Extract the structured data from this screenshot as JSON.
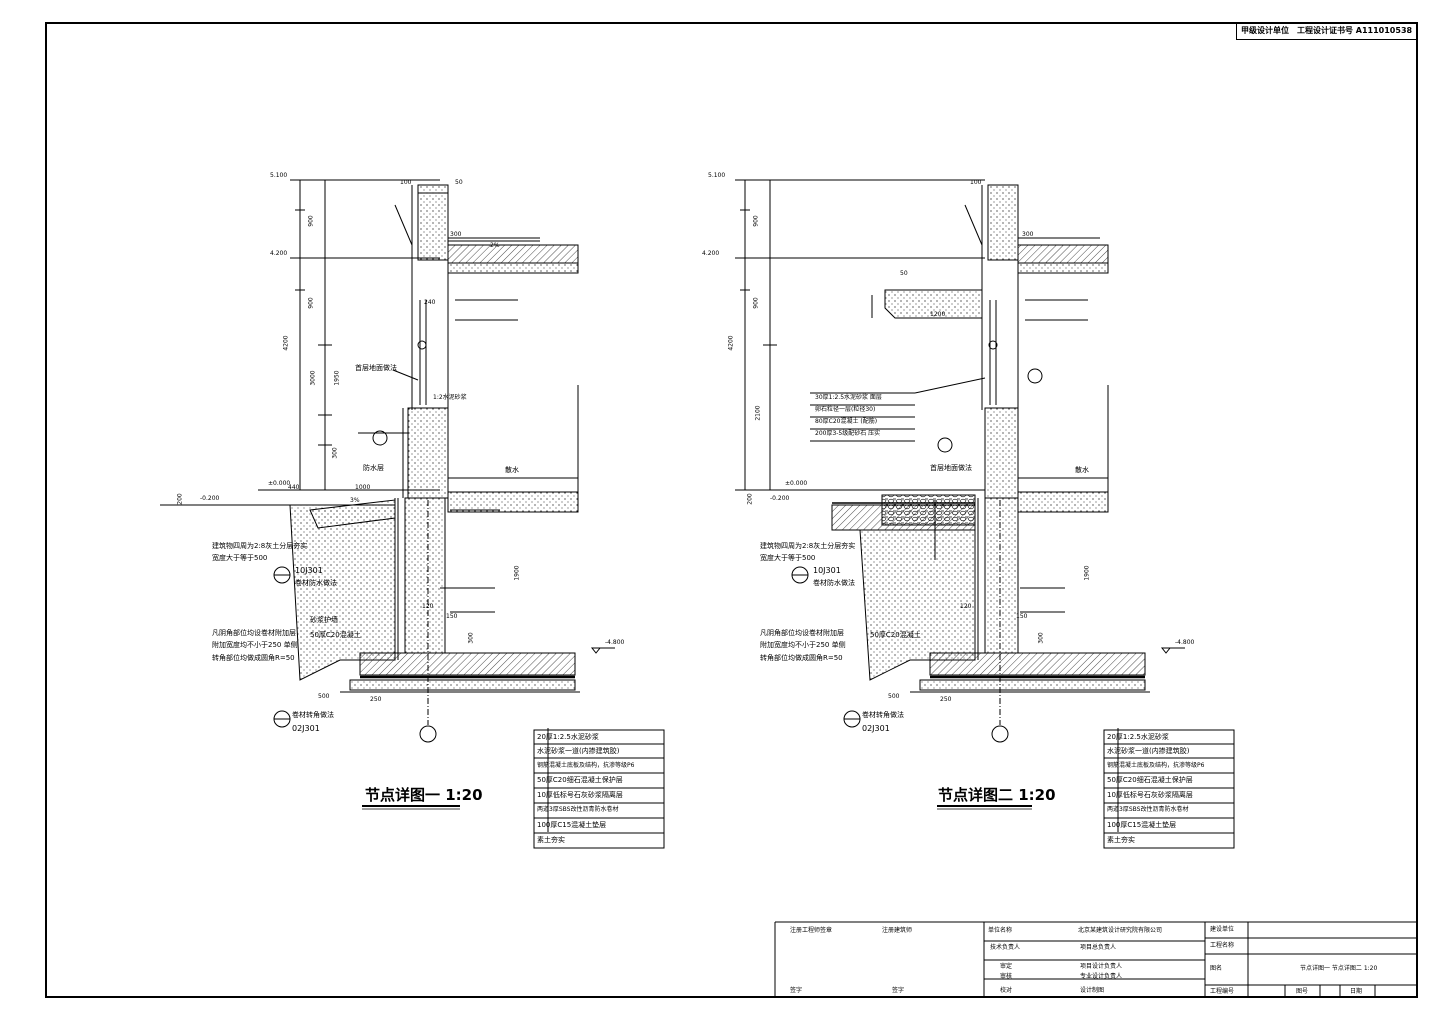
{
  "cert_block": {
    "unit": "甲级设计单位",
    "cert_no": "工程设计证书号 A111010538"
  },
  "detail1": {
    "title": "节点详图一 1:20",
    "elev_top": "5.100",
    "elev_mid": "4.200",
    "elev_ground": "±0.000",
    "elev_outer": "-0.200",
    "elev_bottom": "-4.800",
    "dim_vertical": [
      "900",
      "900",
      "4200",
      "3000",
      "1950",
      "300",
      "1900",
      "300",
      "200"
    ],
    "dim_horizontal": [
      "100",
      "50",
      "300",
      "240",
      "1000",
      "440",
      "500",
      "250",
      "120",
      "150",
      "3%",
      "2%"
    ],
    "ref_10j": "10J301",
    "ref_10j_note": "卷材防水做法",
    "ref_02j": "02J301",
    "ref_02j_note": "卷材转角做法",
    "notes": [
      "建筑物四周为2:8灰土分层夯实",
      "宽度大于等于500",
      "50厚C20混凝土",
      "凡阴角部位均设卷材附加层",
      "附加宽度均不小于250 单侧",
      "转角部位均做成圆角R=50",
      "砂浆护墙"
    ],
    "callouts": [
      "首层地面做法",
      "散水",
      "防水层",
      "1:2水泥砂浆"
    ],
    "layers": [
      "20厚1:2.5水泥砂浆",
      "水泥砂浆一道(内掺建筑胶)",
      "钢筋混凝土底板及结构，抗渗等级P6",
      "50厚C20细石混凝土保护层",
      "10厚低标号石灰砂浆隔离层",
      "两道3厚SBS改性沥青防水卷材",
      "100厚C15混凝土垫层",
      "素土夯实"
    ]
  },
  "detail2": {
    "title": "节点详图二 1:20",
    "elev_top": "5.100",
    "elev_mid": "4.200",
    "elev_ground": "±0.000",
    "elev_outer": "-0.200",
    "elev_bottom": "-4.800",
    "dim_vertical": [
      "900",
      "900",
      "4200",
      "2100",
      "1900",
      "300",
      "200"
    ],
    "dim_horizontal": [
      "100",
      "50",
      "300",
      "1200",
      "500",
      "250",
      "120",
      "150"
    ],
    "ref_10j": "10J301",
    "ref_10j_note": "卷材防水做法",
    "ref_02j": "02J301",
    "ref_02j_note": "卷材转角做法",
    "notes": [
      "建筑物四周为2:8灰土分层夯实",
      "宽度大于等于500",
      "50厚C20混凝土",
      "凡阴角部位均设卷材附加层",
      "附加宽度均不小于250 单侧",
      "转角部位均做成圆角R=50"
    ],
    "planting_layers": [
      "30厚1:2.5水泥砂浆 面层",
      "卵石粒径一层(粒径30)",
      "80厚C20混凝土 (配筋)",
      "200厚3-5级配砂石 压实"
    ],
    "callouts": [
      "首层地面做法",
      "散水"
    ],
    "layers": [
      "20厚1:2.5水泥砂浆",
      "水泥砂浆一道(内掺建筑胶)",
      "钢筋混凝土底板及结构，抗渗等级P6",
      "50厚C20细石混凝土保护层",
      "10厚低标号石灰砂浆隔离层",
      "两道3厚SBS改性沥青防水卷材",
      "100厚C15混凝土垫层",
      "素土夯实"
    ]
  },
  "title_block": {
    "col1_label": "注册工程师签章",
    "col2_label": "注册建筑师",
    "unit_label": "单位名称",
    "unit_name": "北京某建筑设计研究院有限公司",
    "rows": [
      [
        "技术负责人",
        "项目总负责人"
      ],
      [
        "审定",
        "项目设计负责人"
      ],
      [
        "审核",
        "专业设计负责人"
      ],
      [
        "校对",
        "设计制图"
      ]
    ],
    "stamp_l": "签字",
    "stamp_r": "签字",
    "right_labels": [
      "建设单位",
      "工程名称",
      "图名",
      "工程编号"
    ],
    "drawing_name": "节点详图一 节点详图二 1:20",
    "drawing_no_label": "图号",
    "date_label": "日期"
  }
}
